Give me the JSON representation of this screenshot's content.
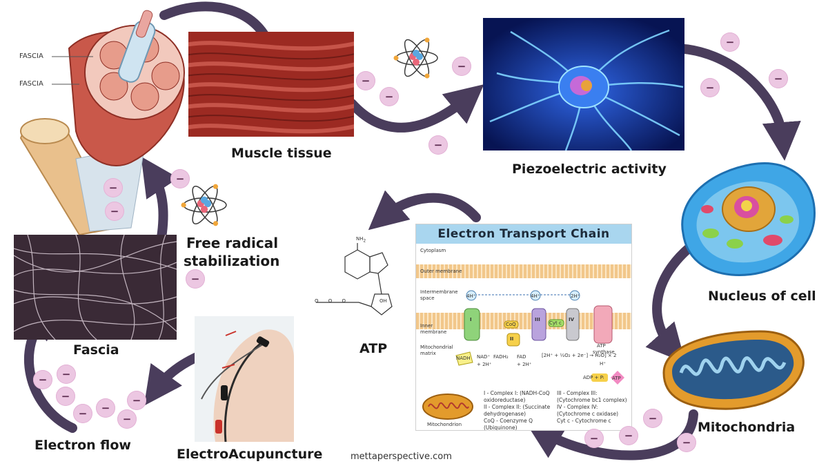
{
  "labels": {
    "muscle_tissue": "Muscle tissue",
    "piezoelectric_activity": "Piezoelectric activity",
    "nucleus_of_cell": "Nucleus of cell",
    "mitochondria": "Mitochondria",
    "atp": "ATP",
    "free_radical_line1": "Free radical",
    "free_radical_line2": "stabilization",
    "fascia": "Fascia",
    "electron_flow": "Electron flow",
    "electroacupuncture": "ElectroAcupuncture",
    "website": "mettaperspective.com"
  },
  "muscle_illustration": {
    "fascia_label_1": "FASCIA",
    "fascia_label_2": "FASCIA"
  },
  "ion_symbol": "−",
  "atp_molecule": {
    "nh2": "NH",
    "nh2_sub": "2",
    "oh": "OH",
    "phosphate_chain": "O  O  O"
  },
  "etc_panel": {
    "title": "Electron Transport Chain",
    "cytoplasm": "Cytoplasm",
    "outer_membrane": "Outer membrane",
    "intermembrane_space_1": "Intermembrane",
    "intermembrane_space_2": "space",
    "inner_membrane_1": "Inner",
    "inner_membrane_2": "membrane",
    "matrix_1": "Mitochondrial",
    "matrix_2": "matrix",
    "proton_1": "4H⁺",
    "proton_2": "4H⁺",
    "proton_3": "2H⁺",
    "complex_1": "I",
    "complex_2": "II",
    "complex_3": "III",
    "complex_4": "IV",
    "coq": "CoQ",
    "cytc": "Cyt c",
    "nadh": "NADH",
    "nad": "NAD⁺",
    "h2_plus": "+ 2H⁺",
    "fadh2": "FADH₂",
    "fad": "FAD",
    "h2_plus_2": "+ 2H⁺",
    "water_eq": "[2H⁺ + ½O₂ + 2e⁻] → H₂O] × 2",
    "atp_synthase_1": "ATP",
    "atp_synthase_2": "synthase",
    "h_plus": "H⁺",
    "adp_pi": "ADP + Pᵢ",
    "atp_out": "ATP",
    "mitochondrion_caption": "Mitochondrion",
    "legend_1": "I - Complex I: (NADH-CoQ oxidoreductase)",
    "legend_2": "II - Complex II: (Succinate dehydrogenase)",
    "legend_3": "CoQ - Coenzyme Q (Ubiquinone)",
    "legend_4": "III - Complex III: (Cytochrome bc1 complex)",
    "legend_5": "IV - Complex IV: (Cytochrome c oxidase)",
    "legend_6": "Cyt c - Cytochrome c"
  },
  "colors": {
    "arrow": "#4a3d5c",
    "ion_fill": "#ecc7e2",
    "etc_header": "#a9d6ef",
    "muscle_red": "#b23a2e",
    "neuron_blue": "#1d3fa8",
    "cell_blue": "#3fa6e6",
    "mito_orange": "#e39b2c"
  }
}
